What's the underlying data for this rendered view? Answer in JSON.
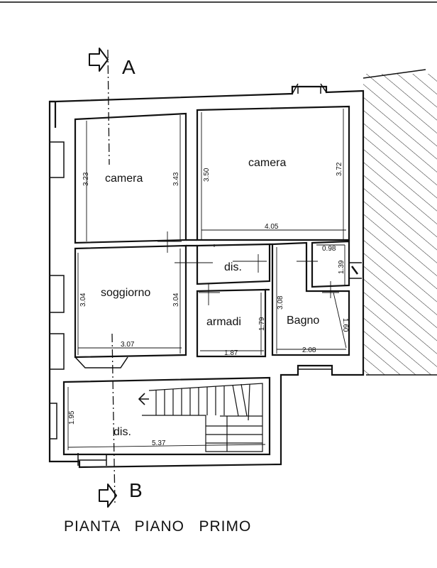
{
  "rooms": {
    "camera_left": "camera",
    "camera_right": "camera",
    "soggiorno": "soggiorno",
    "dis_upper": "dis.",
    "armadi": "armadi",
    "bagno": "Bagno",
    "dis_lower": "dis."
  },
  "dimensions": {
    "camera_left_h1": "3.23",
    "camera_left_h2": "3.43",
    "camera_right_h1": "3.50",
    "camera_right_h2": "3.72",
    "camera_right_w": "4.05",
    "soggiorno_h1": "3.04",
    "soggiorno_h2": "3.04",
    "soggiorno_w": "3.07",
    "bagno_small_w": "0.98",
    "bagno_small_h": "1.39",
    "armadi_h": "1.79",
    "armadi_w": "1.87",
    "bagno_h": "3.08",
    "bagno_w": "2.08",
    "bagno_diag": "1.60",
    "dis_lower_h": "1.95",
    "dis_lower_w": "5.37"
  },
  "section_markers": {
    "top": "A",
    "bottom": "B"
  },
  "title": "PIANTA   PIANO   PRIMO"
}
